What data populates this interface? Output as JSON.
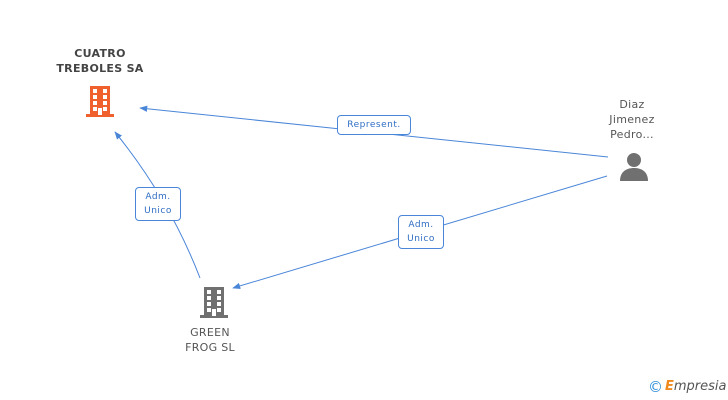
{
  "nodes": {
    "cuatro": {
      "name_lines": [
        "CUATRO",
        "TREBOLES SA"
      ],
      "icon": "building-icon",
      "color": "#f0602c"
    },
    "green": {
      "name_lines": [
        "GREEN",
        "FROG SL"
      ],
      "icon": "building-icon",
      "color": "#707070"
    },
    "diaz": {
      "name_lines": [
        "Diaz",
        "Jimenez",
        "Pedro..."
      ],
      "icon": "person-icon",
      "color": "#707070"
    }
  },
  "edges": {
    "represent": {
      "label_lines": [
        "Represent."
      ],
      "from": "diaz",
      "to": "cuatro"
    },
    "adm_green": {
      "label_lines": [
        "Adm.",
        "Unico"
      ],
      "from": "green",
      "to": "cuatro"
    },
    "adm_diaz": {
      "label_lines": [
        "Adm.",
        "Unico"
      ],
      "from": "diaz",
      "to": "green"
    }
  },
  "edge_color": "#4a86d8",
  "footer": {
    "copyright": "©",
    "brand_first": "E",
    "brand_rest": "mpresia"
  }
}
